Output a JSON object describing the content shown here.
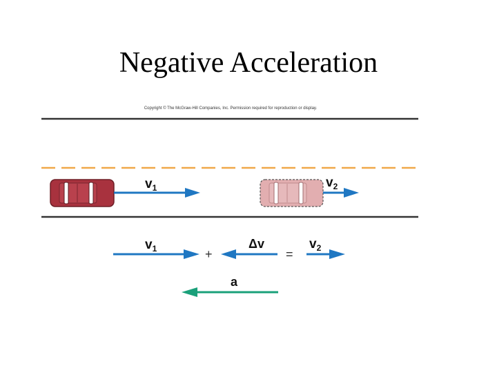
{
  "slide": {
    "title": "Negative Acceleration",
    "copyright": "Copyright © The McGraw-Hill Companies, Inc. Permission required for reproduction or display."
  },
  "road": {
    "v1_label": "v",
    "v1_sub": "1",
    "v2_label": "v",
    "v2_sub": "2"
  },
  "equation": {
    "v1_label": "v",
    "v1_sub": "1",
    "plus": "+",
    "dv_label": "Δv",
    "equals": "=",
    "v2_label": "v",
    "v2_sub": "2"
  },
  "acceleration": {
    "label": "a"
  },
  "colors": {
    "velocity_arrow": "#1f77c2",
    "acceleration_arrow": "#1aa07a",
    "road_line": "#333333",
    "lane_dash": "#f0a848",
    "car_solid": "#a8323e",
    "car_ghost": "#e2aeb0"
  }
}
